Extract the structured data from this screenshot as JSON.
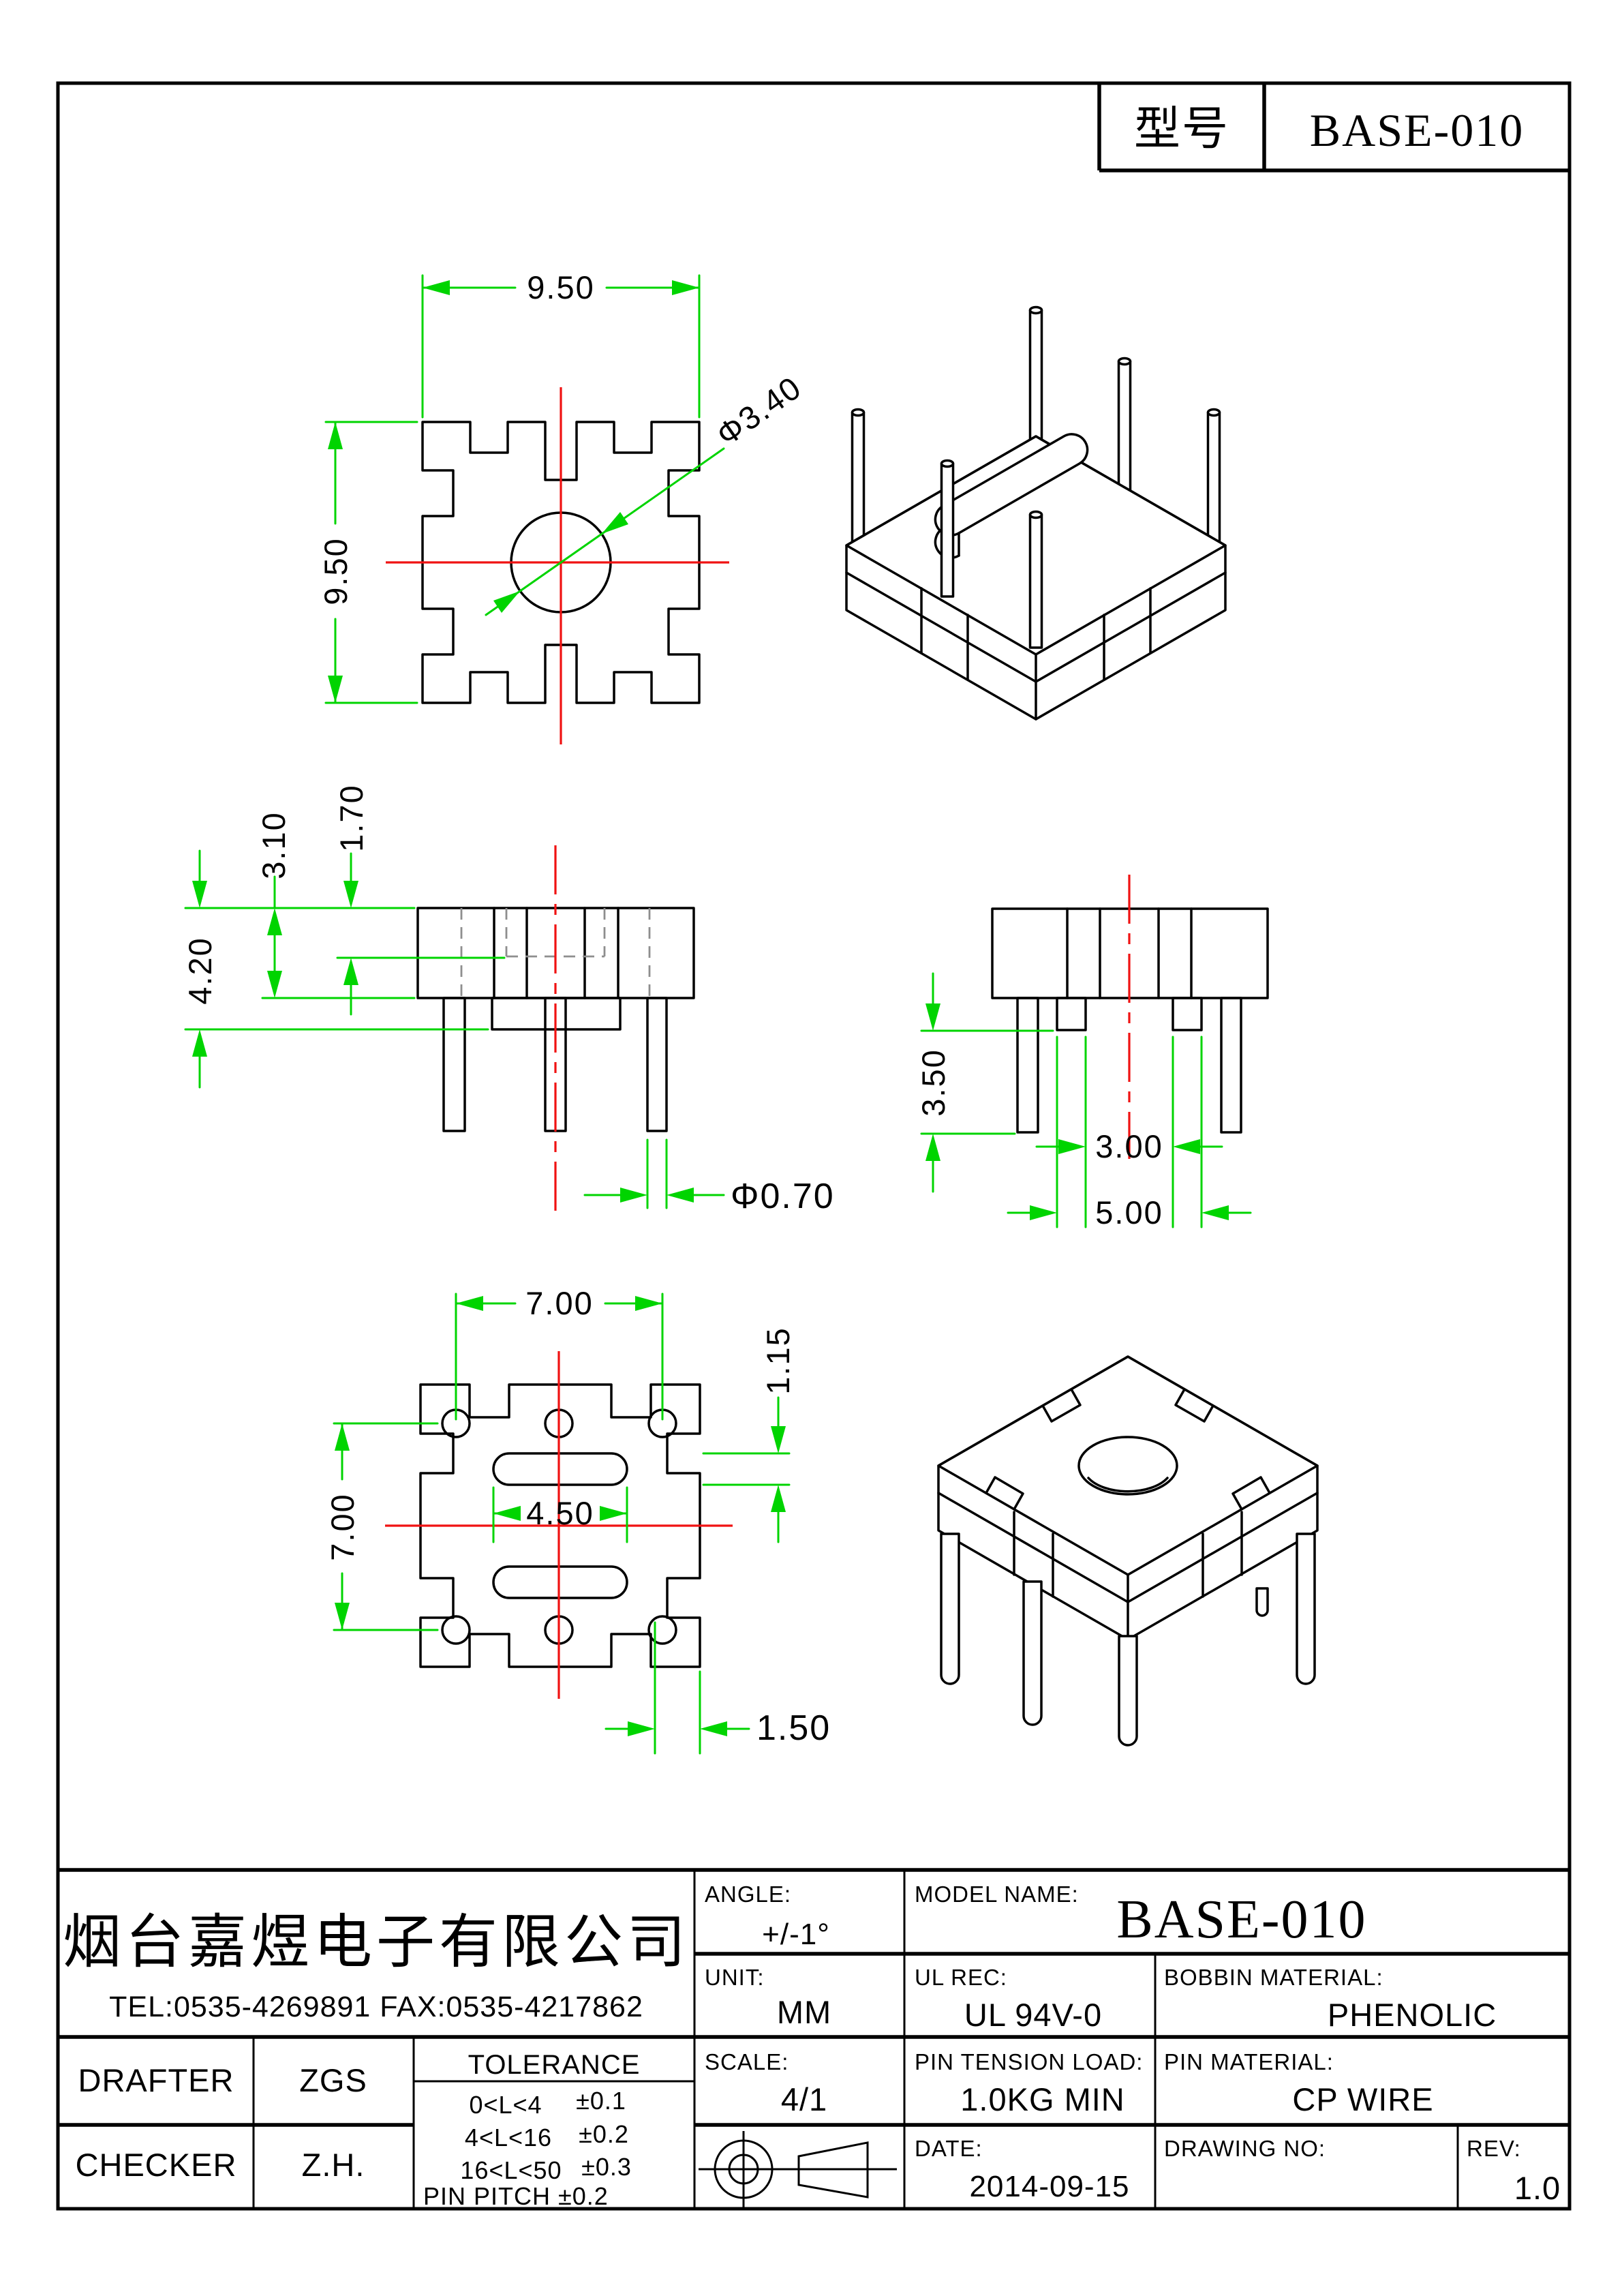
{
  "colors": {
    "dimension_green": "#00d400",
    "centerline_red": "#f01212",
    "hidden_gray": "#8e8e8e",
    "outline_black": "#000000"
  },
  "model_box": {
    "label": "型号",
    "value": "BASE-010"
  },
  "views": {
    "top": {
      "dim_width": "9.50",
      "dim_height": "9.50",
      "dim_hole": "Φ3.40"
    },
    "front": {
      "dim_body": "3.10",
      "dim_hidden": "1.70",
      "dim_total": "4.20",
      "dim_pin_dia": "Φ0.70"
    },
    "side": {
      "dim_pin_len": "3.50",
      "dim_pitch_inner": "3.00",
      "dim_pitch_outer": "5.00"
    },
    "bottom": {
      "dim_pitch_h": "7.00",
      "dim_pitch_v": "7.00",
      "dim_slot_len": "4.50",
      "dim_slot_w": "1.15",
      "dim_tooth": "1.50"
    }
  },
  "title_block": {
    "company": "烟台嘉煜电子有限公司",
    "contact": "TEL:0535-4269891  FAX:0535-4217862",
    "angle_label": "ANGLE:",
    "angle_value": "+/-1°",
    "model_label": "MODEL NAME:",
    "model_value": "BASE-010",
    "unit_label": "UNIT:",
    "unit_value": "MM",
    "ul_label": "UL REC:",
    "ul_value": "UL 94V-0",
    "bobbin_label": "BOBBIN MATERIAL:",
    "bobbin_value": "PHENOLIC",
    "scale_label": "SCALE:",
    "scale_value": "4/1",
    "tension_label": "PIN TENSION LOAD:",
    "tension_value": "1.0KG MIN",
    "pin_material_label": "PIN MATERIAL:",
    "pin_material_value": "CP WIRE",
    "date_label": "DATE:",
    "date_value": "2014-09-15",
    "drawing_no_label": "DRAWING NO:",
    "rev_label": "REV:",
    "rev_value": "1.0",
    "drafter_label": "DRAFTER",
    "drafter_value": "ZGS",
    "checker_label": "CHECKER",
    "checker_value": "Z.H.",
    "tolerance_title": "TOLERANCE",
    "tolerance_rows": [
      {
        "range": "0<L<4",
        "tol": "±0.1"
      },
      {
        "range": "4<L<16",
        "tol": "±0.2"
      },
      {
        "range": "16<L<50",
        "tol": "±0.3"
      }
    ],
    "pin_pitch_tol": "PIN PITCH ±0.2"
  }
}
